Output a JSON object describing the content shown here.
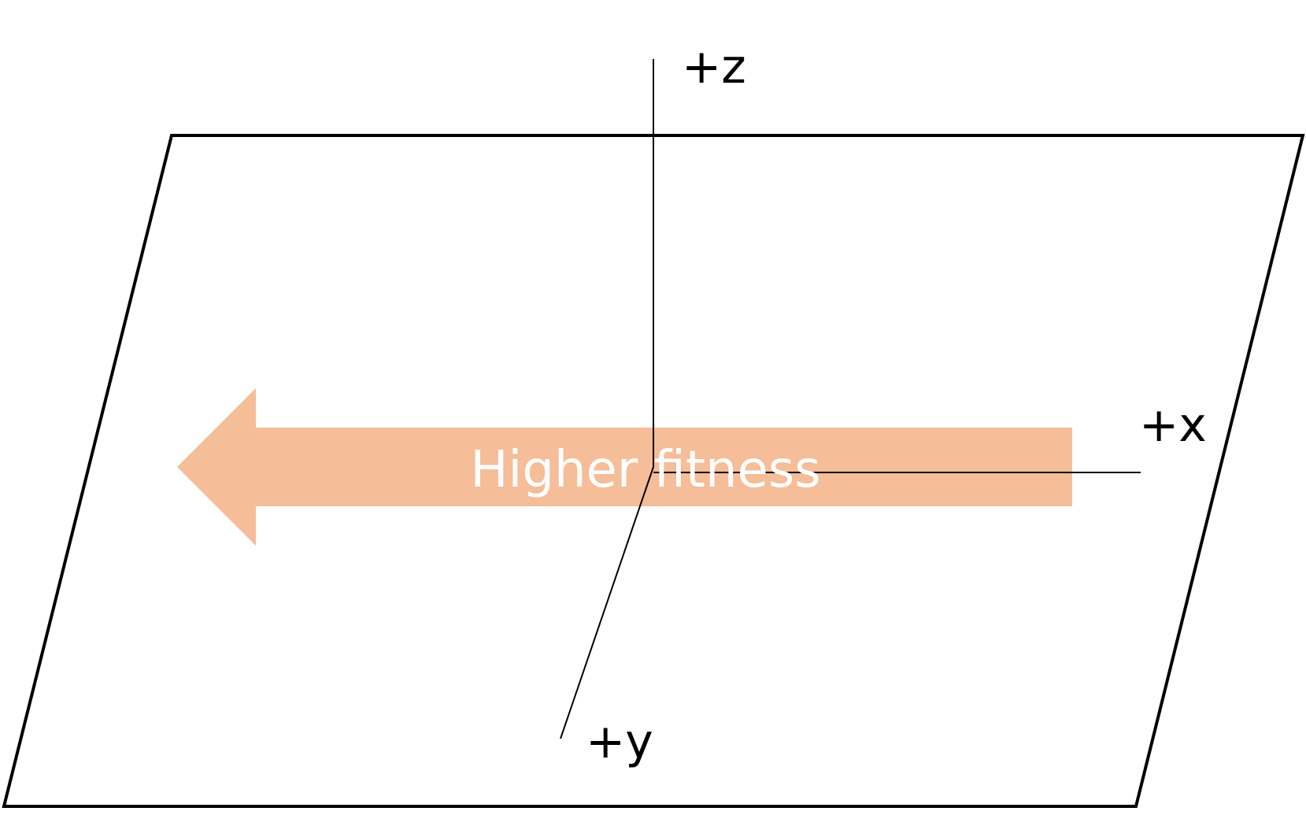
{
  "diagram": {
    "arrow": {
      "label": "Higher fitness",
      "color": "#f5bd98"
    },
    "axes": {
      "z": {
        "label": "+z"
      },
      "x": {
        "label": "+x"
      },
      "y": {
        "label": "+y"
      }
    },
    "colors": {
      "plane_stroke": "#000000",
      "axis_stroke": "#000000",
      "background": "#ffffff"
    }
  }
}
